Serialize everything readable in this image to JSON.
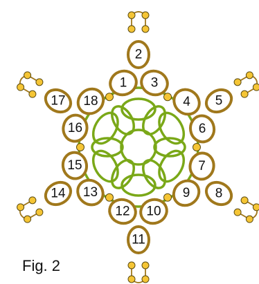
{
  "figure": {
    "caption": "Fig. 2"
  },
  "colors": {
    "outer_ring": "#a0781c",
    "inner_ring": "#7aa818",
    "bead_fill": "#f5c535",
    "bead_stroke": "#5a4a10",
    "background": "#ffffff"
  },
  "diagram": {
    "outer_ring_labels": [
      "1",
      "2",
      "3",
      "4",
      "5",
      "6",
      "7",
      "8",
      "9",
      "10",
      "11",
      "12",
      "13",
      "14",
      "15",
      "16",
      "17",
      "18"
    ],
    "inner_rings": {
      "center": 1,
      "petals": 6,
      "inner_loops": 6
    },
    "picot_groups": 6,
    "beads_per_picot_group": 4
  }
}
